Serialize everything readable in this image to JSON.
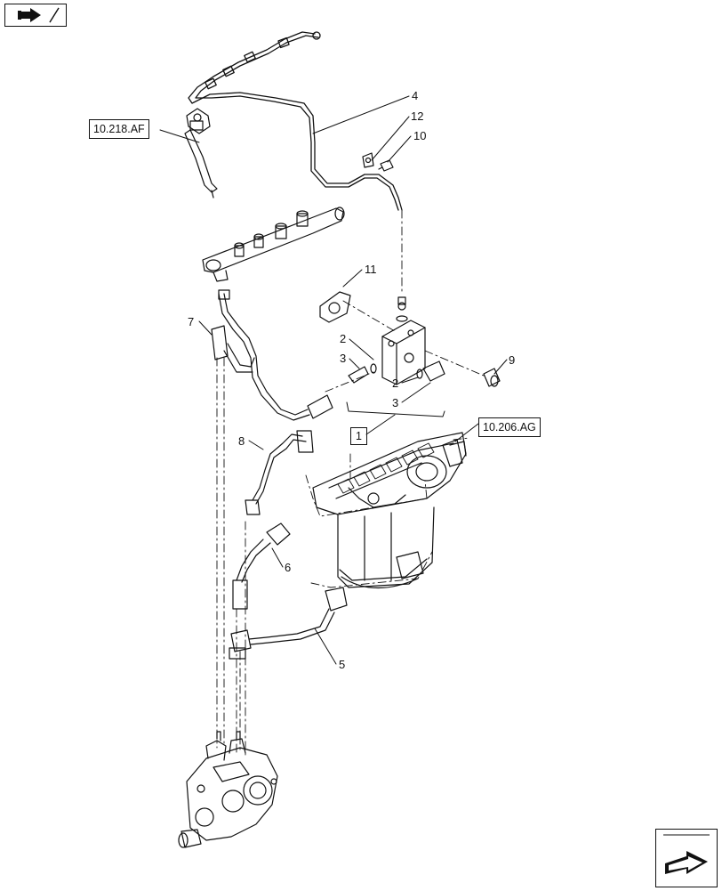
{
  "nav": {
    "back_icon": "return-arrow-icon",
    "next_icon": "next-page-arrow-icon"
  },
  "refs": {
    "injector_ref": "10.218.AF",
    "filter_ref": "10.206.AG"
  },
  "callouts": {
    "c1": "1",
    "c2a": "2",
    "c2b": "2",
    "c3a": "3",
    "c3b": "3",
    "c4": "4",
    "c5": "5",
    "c6": "6",
    "c7": "7",
    "c8": "8",
    "c9": "9",
    "c10": "10",
    "c11": "11",
    "c12": "12"
  }
}
